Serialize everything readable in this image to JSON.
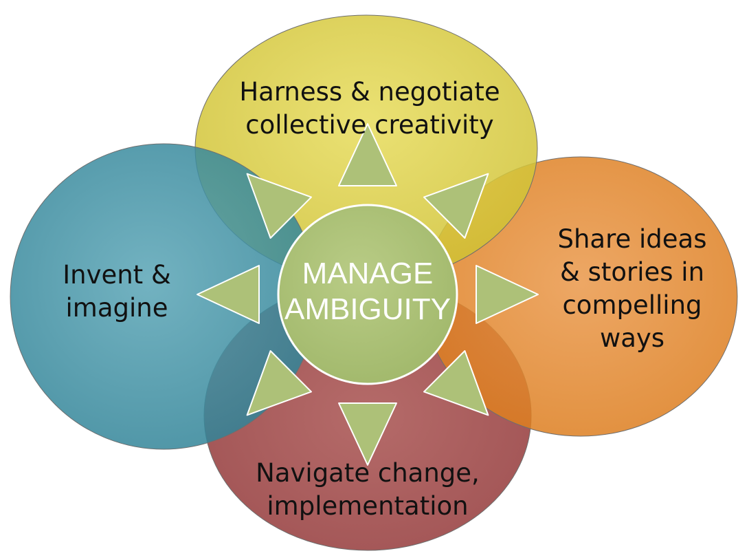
{
  "center": {
    "line1": "MANAGE",
    "line2": "AMBIGUITY",
    "fill": "#adc178"
  },
  "circles": {
    "top": {
      "line1": "Harness & negotiate",
      "line2": "collective creativity",
      "fill": "#d9cc39"
    },
    "right": {
      "line1": "Share ideas",
      "line2": "& stories in",
      "line3": "compelling",
      "line4": "ways",
      "fill": "#e08425"
    },
    "bottom": {
      "line1": "Navigate change,",
      "line2": "implementation",
      "fill": "#9b403e"
    },
    "left": {
      "line1": "Invent &",
      "line2": "imagine",
      "fill": "#4a94a5"
    }
  },
  "arrows": {
    "fill": "#adc178",
    "stroke": "#ffffff",
    "directions": [
      "up",
      "up-right",
      "right",
      "down-right",
      "down",
      "down-left",
      "left",
      "up-left"
    ]
  }
}
